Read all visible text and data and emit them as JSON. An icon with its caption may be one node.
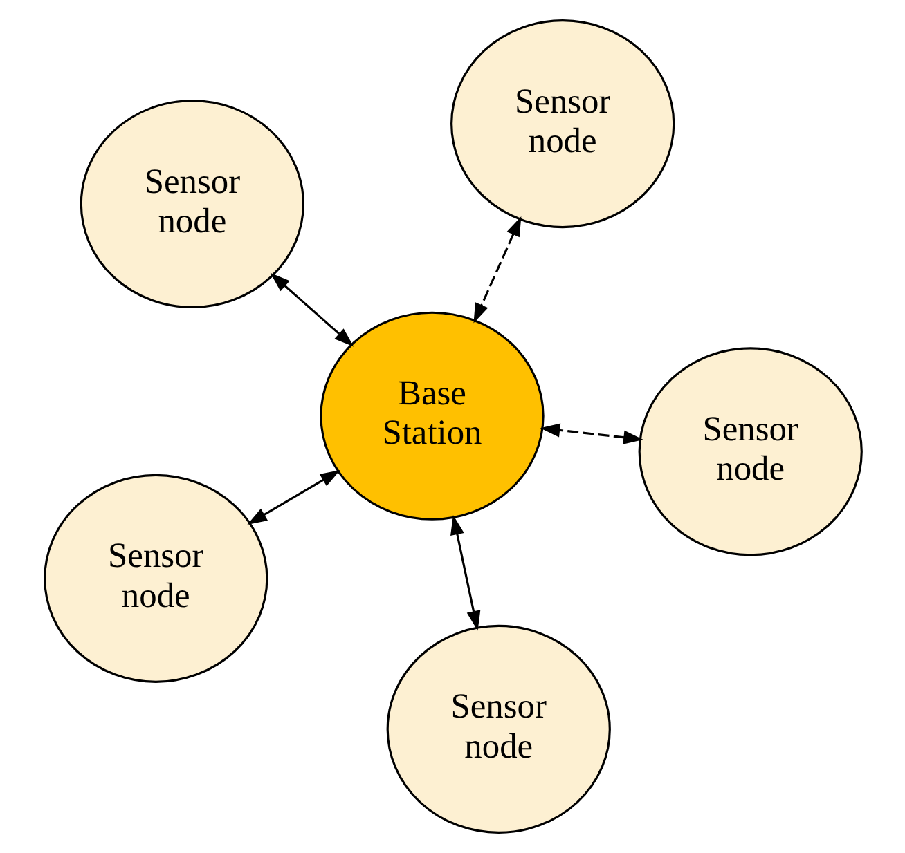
{
  "diagram": {
    "nodes": [
      {
        "text": [
          "Sensor node"
        ]
      },
      {
        "text": [
          "Sensor node"
        ]
      },
      {
        "text": [
          "Sensor node"
        ]
      },
      {
        "text": [
          "Base Station"
        ]
      },
      {
        "text": [
          "Sensor node"
        ]
      },
      {
        "text": [
          "Sensor node"
        ]
      }
    ],
    "edges": [
      {
        "from": 0,
        "to": 3,
        "arrow": "both"
      },
      {
        "from": 1,
        "to": 3,
        "arrow": "both",
        "style": "dashed"
      },
      {
        "from": 2,
        "to": 3,
        "arrow": "both"
      },
      {
        "from": 4,
        "to": 3,
        "arrow": "both",
        "style": "dashed"
      },
      {
        "from": 5,
        "to": 3,
        "arrow": "both"
      }
    ]
  }
}
